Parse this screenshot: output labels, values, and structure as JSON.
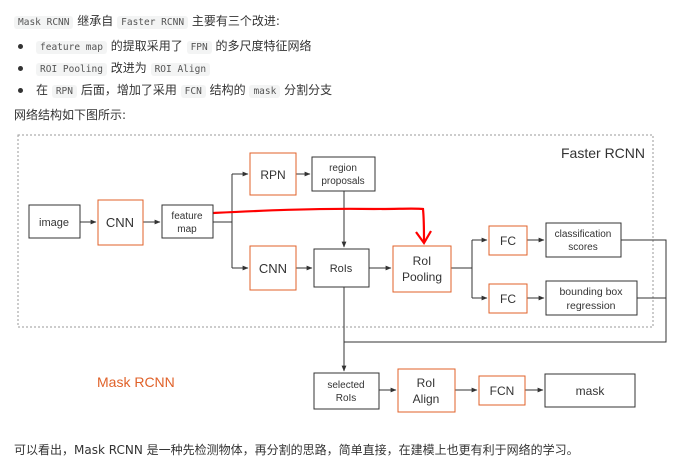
{
  "intro": {
    "code1": "Mask RCNN",
    "text1": " 继承自 ",
    "code2": "Faster RCNN",
    "text2": " 主要有三个改进:"
  },
  "bullets": [
    {
      "code1": "feature map",
      "text1": " 的提取采用了 ",
      "code2": "FPN",
      "text2": " 的多尺度特征网络"
    },
    {
      "code1": "ROI Pooling",
      "text1": " 改进为 ",
      "code2": "ROI Align",
      "text2": ""
    },
    {
      "text0": "在 ",
      "code1": "RPN",
      "text1": " 后面，增加了采用 ",
      "code2": "FCN",
      "text2": " 结构的 ",
      "code3": "mask",
      "text3": " 分割分支"
    }
  ],
  "diagram_caption": "网络结构如下图所示:",
  "diagram": {
    "faster_rcnn_label": "Faster RCNN",
    "mask_rcnn_label": "Mask RCNN",
    "nodes": {
      "image": "image",
      "cnn1": "CNN",
      "feature_map": [
        "feature",
        "map"
      ],
      "rpn": "RPN",
      "region_proposals": [
        "region",
        "proposals"
      ],
      "cnn2": "CNN",
      "rois": "RoIs",
      "roi_pooling": [
        "RoI",
        "Pooling"
      ],
      "fc1": "FC",
      "fc2": "FC",
      "classification_scores": [
        "classification",
        "scores"
      ],
      "bbox_regression": [
        "bounding box",
        "regression"
      ],
      "selected_rois": [
        "selected",
        "RoIs"
      ],
      "roi_align": [
        "RoI",
        "Align"
      ],
      "fcn": "FCN",
      "mask": "mask"
    },
    "colors": {
      "accent": "#e0622a",
      "box_border": "#333333",
      "annotation": "#ff0000",
      "dashed": "#9a9a9a"
    }
  },
  "conclusion": "可以看出，Mask RCNN 是一种先检测物体，再分割的思路，简单直接，在建模上也更有利于网络的学习。"
}
